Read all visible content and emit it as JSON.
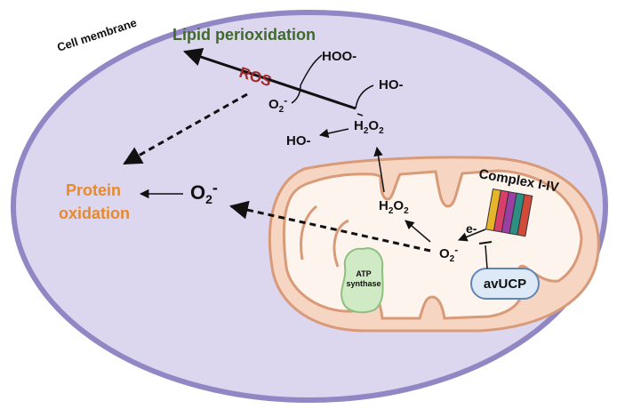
{
  "labels": {
    "cell_membrane": "Cell membrane",
    "lipid_peroxidation": "Lipid perioxidation",
    "ros": "ROS",
    "hoo": "HOO-",
    "ho_upper": "HO-",
    "o2_upper_base": "O",
    "o2_upper_sub": "2",
    "o2_upper_sup": "-",
    "h2o2_upper_h": "H",
    "h2o2_upper_sub1": "2",
    "h2o2_upper_o": "O",
    "h2o2_upper_sub2": "2",
    "ho_lower": "HO-",
    "protein_oxidation_line1": "Protein",
    "protein_oxidation_line2": "oxidation",
    "o2_main_base": "O",
    "o2_main_sub": "2",
    "o2_main_sup": "-",
    "h2o2_mito_h": "H",
    "h2o2_mito_sub1": "2",
    "h2o2_mito_o": "O",
    "h2o2_mito_sub2": "2",
    "o2_mito_base": "O",
    "o2_mito_sub": "2",
    "o2_mito_sup": "-",
    "electron": "e-",
    "complex": "Complex I-IV",
    "atp_line1": "ATP",
    "atp_line2": "synthase",
    "avucp": "avUCP"
  },
  "colors": {
    "cell_fill": "#dcd6ee",
    "cell_stroke": "#9187c4",
    "mito_outer_fill": "#f6d6c2",
    "mito_stroke": "#d99a78",
    "mito_inner_fill": "#fdf4ee",
    "lipid_green": "#3e6b2c",
    "ros_red": "#a02a2a",
    "protein_orange": "#e8892b",
    "atp_fill": "#cfeac4",
    "atp_stroke": "#8fbf7f",
    "avucp_fill": "#dde9f6",
    "avucp_stroke": "#5f86b5",
    "complex_stripes": [
      "#e6b52a",
      "#d8406a",
      "#9a3fa3",
      "#2d8f84",
      "#d24b3a"
    ]
  }
}
